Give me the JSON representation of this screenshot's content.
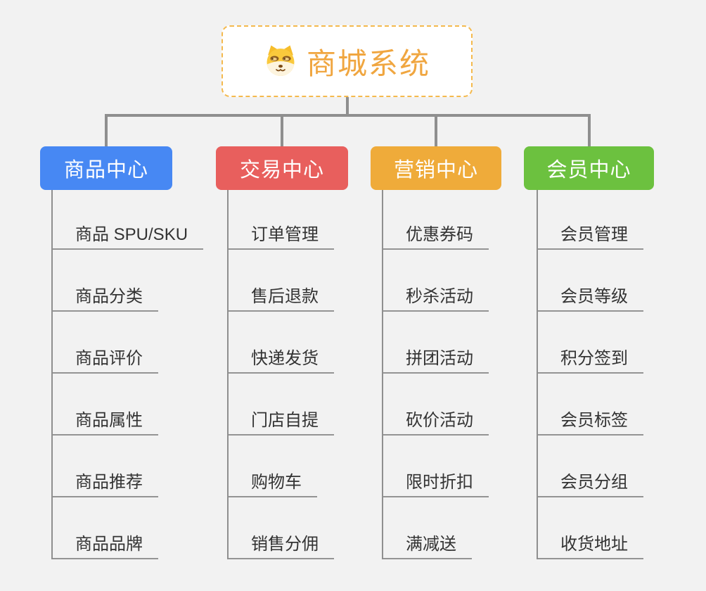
{
  "root": {
    "title": "商城系统",
    "icon": "shiba-dog-icon",
    "title_color": "#f0a640",
    "border_color": "#f4b94d"
  },
  "branches": [
    {
      "label": "商品中心",
      "color": "#4788f3",
      "items": [
        "商品 SPU/SKU",
        "商品分类",
        "商品评价",
        "商品属性",
        "商品推荐",
        "商品品牌"
      ]
    },
    {
      "label": "交易中心",
      "color": "#e85f5d",
      "items": [
        "订单管理",
        "售后退款",
        "快递发货",
        "门店自提",
        "购物车",
        "销售分佣"
      ]
    },
    {
      "label": "营销中心",
      "color": "#efab3a",
      "items": [
        "优惠券码",
        "秒杀活动",
        "拼团活动",
        "砍价活动",
        "限时折扣",
        "满减送"
      ]
    },
    {
      "label": "会员中心",
      "color": "#6cc13f",
      "items": [
        "会员管理",
        "会员等级",
        "积分签到",
        "会员标签",
        "会员分组",
        "收货地址"
      ]
    }
  ],
  "colors": {
    "connector": "#8f8f8f",
    "canvas_bg": "#f2f2f2"
  }
}
